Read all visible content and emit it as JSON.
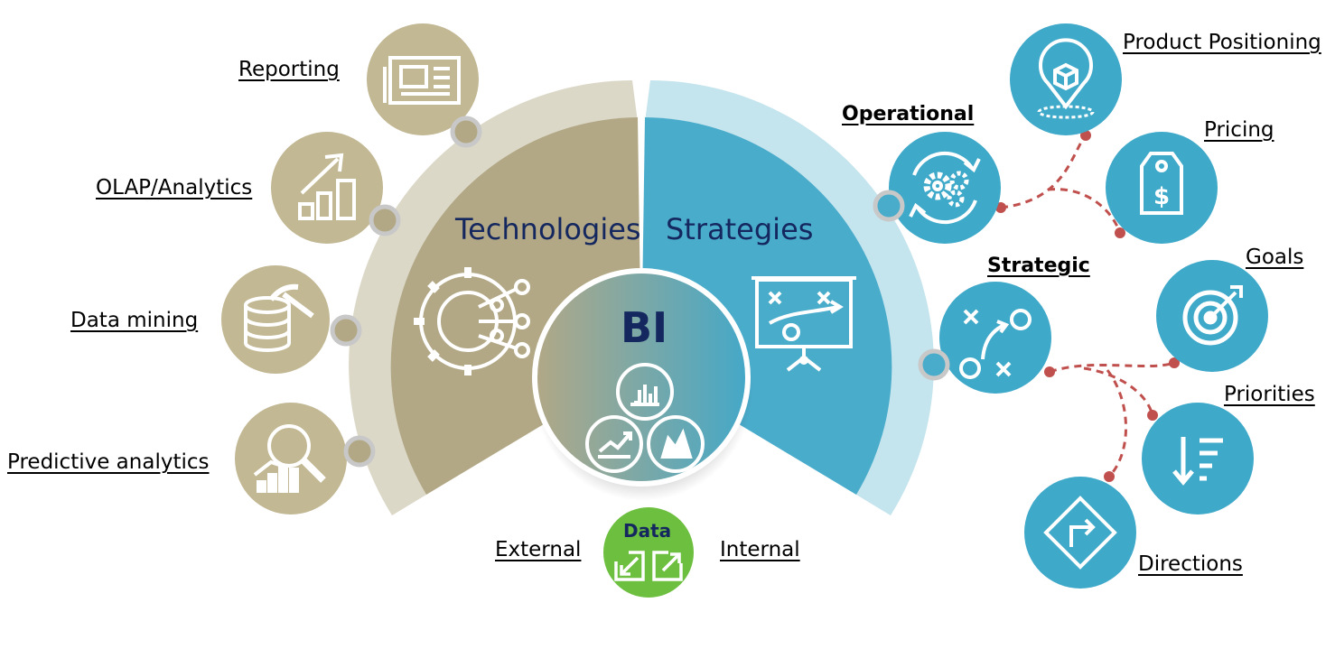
{
  "center": {
    "title": "BI"
  },
  "sections": {
    "technologies": "Technologies",
    "strategies": "Strategies"
  },
  "technologies": [
    {
      "label": "Reporting",
      "icon": "newspaper-icon"
    },
    {
      "label": "OLAP/Analytics",
      "icon": "growth-chart-icon"
    },
    {
      "label": "Data mining",
      "icon": "database-pickaxe-icon"
    },
    {
      "label": "Predictive analytics",
      "icon": "magnifier-chart-icon"
    }
  ],
  "strategies": {
    "operational": {
      "label": "Operational",
      "icon": "gears-cycle-icon",
      "children": [
        {
          "label": "Product Positioning",
          "icon": "map-pin-box-icon"
        },
        {
          "label": "Pricing",
          "icon": "price-tag-icon"
        }
      ]
    },
    "strategic": {
      "label": "Strategic",
      "icon": "play-strategy-icon",
      "children": [
        {
          "label": "Goals",
          "icon": "target-icon"
        },
        {
          "label": "Priorities",
          "icon": "sort-descending-icon"
        },
        {
          "label": "Directions",
          "icon": "direction-sign-icon"
        }
      ]
    }
  },
  "data": {
    "title": "Data",
    "external": "External",
    "internal": "Internal"
  },
  "colors": {
    "technologies_dark": "#b2a886",
    "technologies_light": "#dcd8c8",
    "technologies_circle": "#c2b894",
    "strategies_dark": "#4aaccb",
    "strategies_light": "#c4e4ee",
    "strategies_circle": "#3fa9c9",
    "data_green": "#6dbf3f",
    "title_navy": "#14275e",
    "connector_red": "#c0504d"
  }
}
